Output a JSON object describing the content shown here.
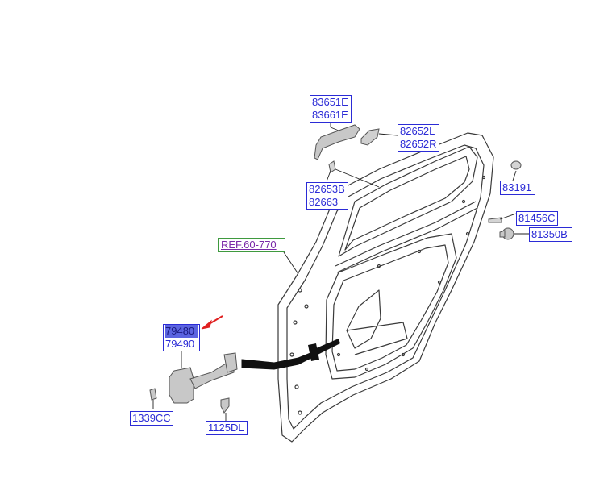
{
  "labels": {
    "p83651e": "83651E",
    "p83661e": "83661E",
    "p82652l": "82652L",
    "p82652r": "82652R",
    "p82653b": "82653B",
    "p82663": "82663",
    "p83191": "83191",
    "p81456c": "81456C",
    "p81350b": "81350B",
    "ref": "REF.60-770",
    "p79480": "79480",
    "p79490": "79490",
    "p1339cc": "1339CC",
    "p1125dl": "1125DL"
  },
  "colors": {
    "label_border": "#2b2bd6",
    "selected_fill": "#5b64e0",
    "ref_border": "#3f9a3f",
    "ref_text": "#7a2aa8",
    "pointer_arrow": "#e02020"
  },
  "selected_part": "79480"
}
